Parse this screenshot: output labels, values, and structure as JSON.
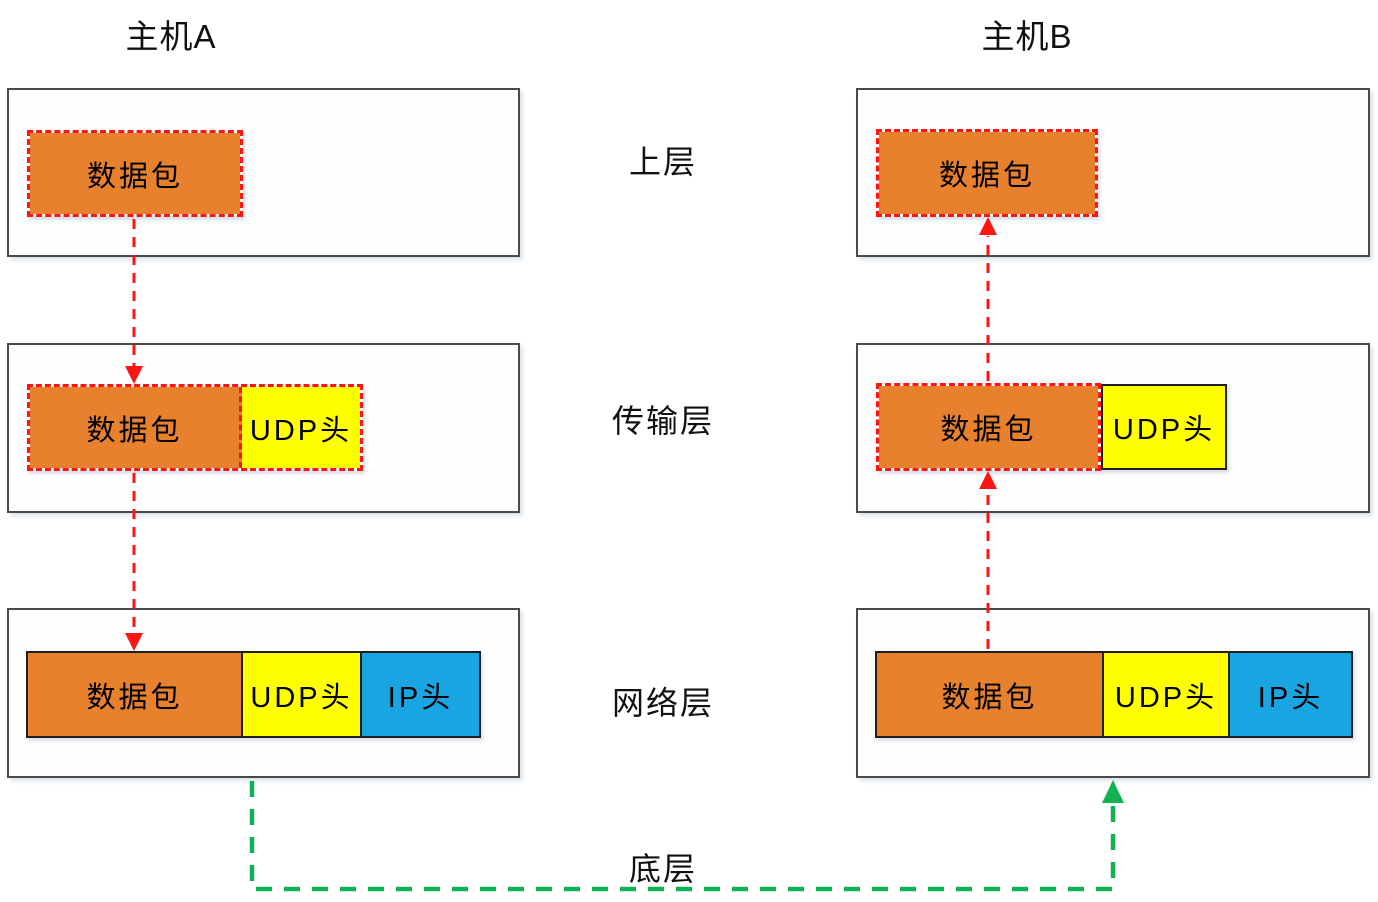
{
  "hosts": {
    "a": {
      "title": "主机A"
    },
    "b": {
      "title": "主机B"
    }
  },
  "layer_labels": {
    "upper": "上层",
    "transport": "传输层",
    "network": "网络层",
    "bottom": "底层"
  },
  "packet_labels": {
    "data": "数据包",
    "udp": "UDP头",
    "ip": "IP头"
  },
  "colors": {
    "packet_orange": "#E8812D",
    "udp_yellow": "#FFFF00",
    "ip_blue": "#18A5E2",
    "arrow_red": "#FF1414",
    "arrow_green": "#12B254",
    "box_border": "#4A4A4A"
  }
}
